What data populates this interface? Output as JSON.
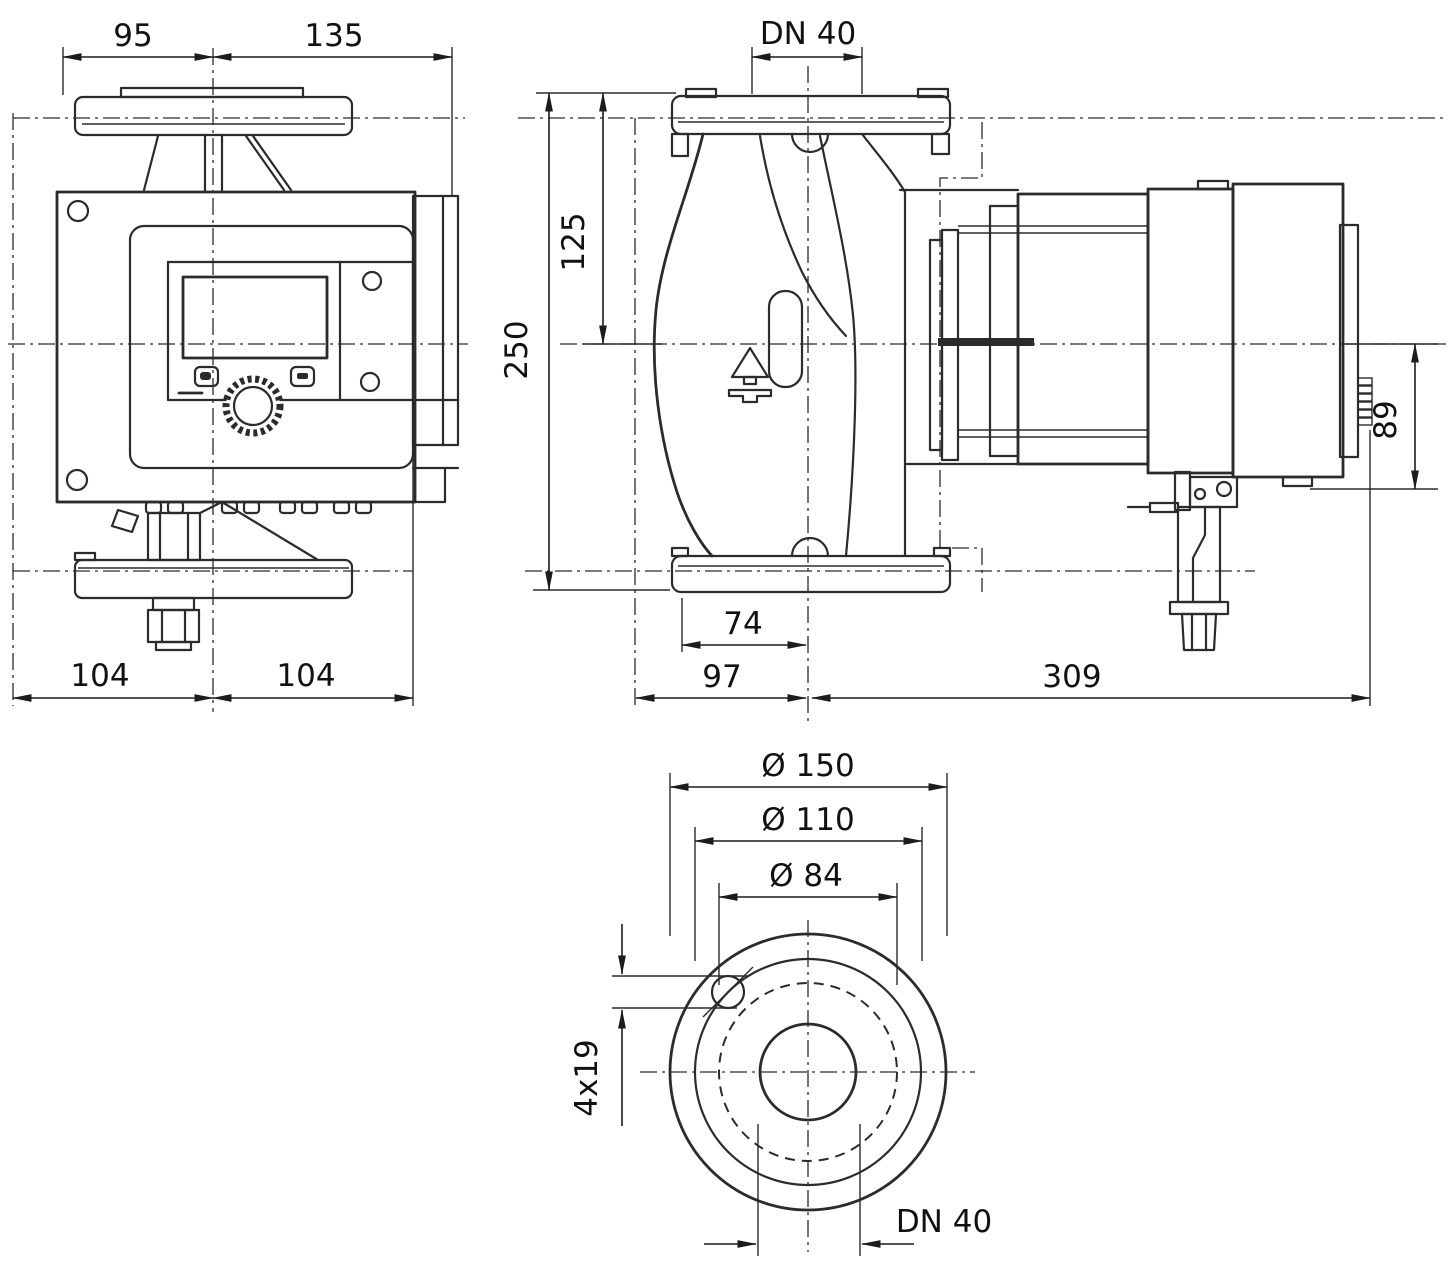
{
  "drawing_title": "Pump dimensional drawing, three views",
  "units": "mm",
  "colors": {
    "line": "#2b2b2b",
    "text": "#111111",
    "background": "#ffffff"
  },
  "front_view": {
    "dim_width_left": "95",
    "dim_width_right": "135",
    "dim_base_left": "104",
    "dim_base_right": "104"
  },
  "side_view": {
    "dim_port": "DN 40",
    "dim_height_total": "250",
    "dim_height_upper": "125",
    "dim_depth_right": "89",
    "dim_base_inner": "74",
    "dim_base_front": "97",
    "dim_base_rear": "309"
  },
  "flange_view": {
    "dim_outer_diameter": "Ø 150",
    "dim_bolt_circle": "Ø 110",
    "dim_raised_face": "Ø 84",
    "dim_bolt_holes": "4x19",
    "dim_nominal_bore": "DN 40"
  }
}
